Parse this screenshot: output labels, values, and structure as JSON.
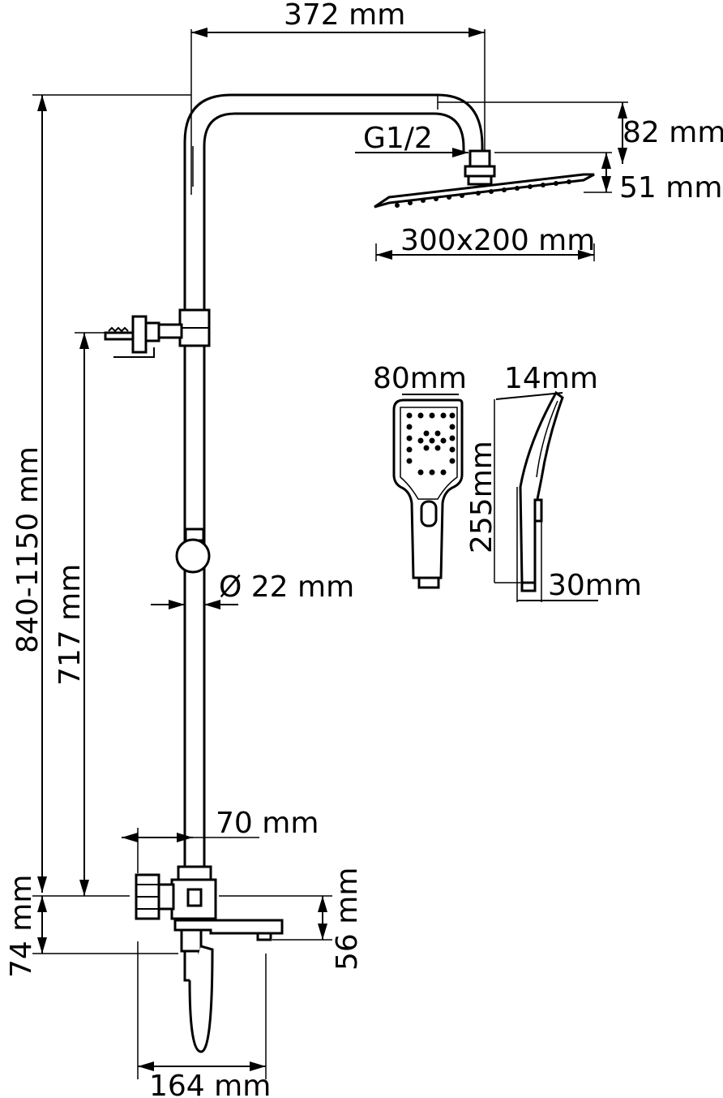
{
  "dimensions": {
    "span": "372 mm",
    "head_offset": "82 mm",
    "head_thickness": "51 mm",
    "thread": "G1/2",
    "head_size": "300x200 mm",
    "total_height": "840-1150 mm",
    "bracket_height": "717 mm",
    "pipe_diameter": "Ø 22 mm",
    "mixer_depth": "70 mm",
    "bottom_offset": "74 mm",
    "spout_height": "56 mm",
    "spout_width": "164 mm",
    "hand_width": "80mm",
    "hand_thickness": "14mm",
    "hand_length": "255mm",
    "hand_handle": "30mm"
  }
}
